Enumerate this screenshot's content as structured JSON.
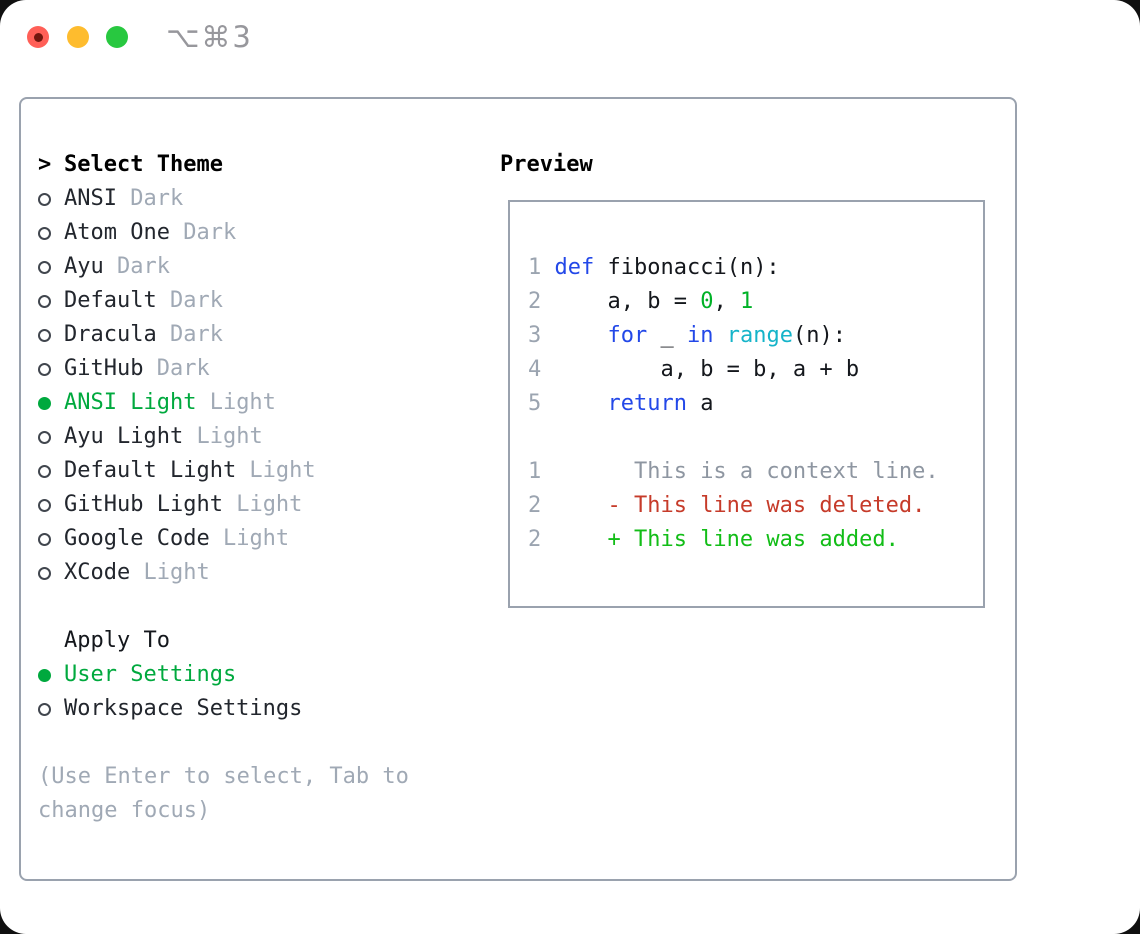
{
  "titlebar": {
    "shortcut_label": "⌥⌘3",
    "buttons": [
      {
        "id": "close",
        "color_key": "traffic_red",
        "has_dot": true
      },
      {
        "id": "minimize",
        "color_key": "traffic_yellow",
        "has_dot": false
      },
      {
        "id": "zoom",
        "color_key": "traffic_green",
        "has_dot": false
      }
    ]
  },
  "theme_panel": {
    "header_prefix": ">",
    "header_label": "Select Theme",
    "items": [
      {
        "name": "ANSI",
        "variant": "Dark",
        "selected": false
      },
      {
        "name": "Atom One",
        "variant": "Dark",
        "selected": false
      },
      {
        "name": "Ayu",
        "variant": "Dark",
        "selected": false
      },
      {
        "name": "Default",
        "variant": "Dark",
        "selected": false
      },
      {
        "name": "Dracula",
        "variant": "Dark",
        "selected": false
      },
      {
        "name": "GitHub",
        "variant": "Dark",
        "selected": false
      },
      {
        "name": "ANSI Light",
        "variant": "Light",
        "selected": true
      },
      {
        "name": "Ayu Light",
        "variant": "Light",
        "selected": false
      },
      {
        "name": "Default Light",
        "variant": "Light",
        "selected": false
      },
      {
        "name": "GitHub Light",
        "variant": "Light",
        "selected": false
      },
      {
        "name": "Google Code",
        "variant": "Light",
        "selected": false
      },
      {
        "name": "XCode",
        "variant": "Light",
        "selected": false
      }
    ],
    "apply_to_label": "Apply To",
    "apply_options": [
      {
        "label": "User Settings",
        "selected": true
      },
      {
        "label": "Workspace Settings",
        "selected": false
      }
    ],
    "hint_lines": [
      "(Use Enter to select, Tab to",
      "change focus)"
    ]
  },
  "preview": {
    "title": "Preview",
    "lines": [
      {
        "num": "1",
        "segments": [
          [
            "p",
            " "
          ],
          [
            "kw",
            "def"
          ],
          [
            "p",
            " fibonacci(n):"
          ]
        ]
      },
      {
        "num": "2",
        "segments": [
          [
            "p",
            "     a, b = "
          ],
          [
            "g",
            "0"
          ],
          [
            "p",
            ", "
          ],
          [
            "g",
            "1"
          ]
        ]
      },
      {
        "num": "3",
        "segments": [
          [
            "p",
            "     "
          ],
          [
            "kw",
            "for"
          ],
          [
            "p",
            " _ "
          ],
          [
            "kw",
            "in"
          ],
          [
            "p",
            " "
          ],
          [
            "fn",
            "range"
          ],
          [
            "p",
            "(n):"
          ]
        ]
      },
      {
        "num": "4",
        "segments": [
          [
            "p",
            "         a, b = b, a + b"
          ]
        ]
      },
      {
        "num": "5",
        "segments": [
          [
            "p",
            "     "
          ],
          [
            "kw",
            "return"
          ],
          [
            "p",
            " a"
          ]
        ]
      },
      {
        "num": "",
        "segments": []
      },
      {
        "num": "1",
        "segments": [
          [
            "ctx",
            "       This is a context line."
          ]
        ]
      },
      {
        "num": "2",
        "segments": [
          [
            "del",
            "     - This line was deleted."
          ]
        ]
      },
      {
        "num": "2",
        "segments": [
          [
            "add",
            "     + This line was added."
          ]
        ]
      }
    ]
  },
  "colors": {
    "page_behind": "#101010",
    "screen_bg": "#ffffff",
    "window_border": "#9aa2ae",
    "text_dark": "#22262d",
    "heading": "#000000",
    "dim_gray": "#a0a9b5",
    "accent_green": "#00a93e",
    "code_text": "#14171c",
    "code_green": "#00b227",
    "add_green": "#12bd17",
    "del_red": "#c63b2a",
    "keyword_blue": "#2348e8",
    "function_cyan": "#15b4c9",
    "line_number": "#9ba4b0",
    "context_gray": "#8e96a1",
    "traffic_red": "#ff5f57",
    "traffic_yellow": "#febc2e",
    "traffic_green": "#28c840",
    "traffic_red_dot": "#71160e",
    "shortcut_gray": "#97979c",
    "radio_outline": "#41464e"
  }
}
